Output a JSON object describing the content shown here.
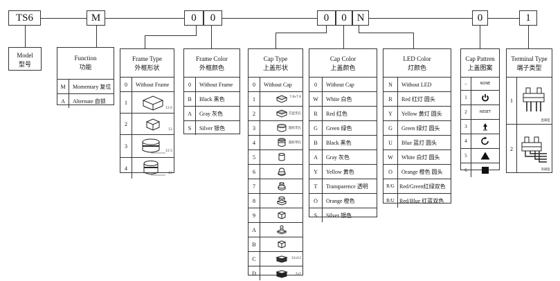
{
  "codes": {
    "series": "TS6",
    "function": "M",
    "frame_type": "0",
    "frame_color": "0",
    "cap_type": "0",
    "cap_color": "0",
    "led_color": "N",
    "cap_pattern": "0",
    "terminal_type": "1"
  },
  "model": {
    "title": "Model",
    "title_cn": "型号"
  },
  "function": {
    "title": "Function",
    "title_cn": "功能",
    "rows": [
      {
        "code": "M",
        "label": "Momentary 复位"
      },
      {
        "code": "A",
        "label": "Alternate  自锁"
      }
    ]
  },
  "frame_type": {
    "title": "Frame Type",
    "title_cn": "外框形状",
    "rows": [
      {
        "code": "0",
        "label": "Without Frame"
      },
      {
        "code": "1",
        "icon": "frame-square-icon",
        "note": "12.6"
      },
      {
        "code": "2",
        "icon": "frame-square-small-icon",
        "note": "12"
      },
      {
        "code": "3",
        "icon": "frame-round-icon",
        "note": "12.5"
      },
      {
        "code": "4",
        "icon": "frame-round-tall-icon",
        "note": "10"
      }
    ]
  },
  "frame_color": {
    "title": "Frame Color",
    "title_cn": "外框颜色",
    "rows": [
      {
        "code": "0",
        "label": "Without Frame"
      },
      {
        "code": "B",
        "label": "Black 黑色"
      },
      {
        "code": "A",
        "label": "Gray 灰色"
      },
      {
        "code": "S",
        "label": "Silver 银色"
      }
    ]
  },
  "cap_type": {
    "title": "Cap Type",
    "title_cn": "上盖形状",
    "rows": [
      {
        "code": "0",
        "label": "Without Cap"
      },
      {
        "code": "1",
        "icon": "cap-square-flat-icon",
        "note": "7.8x7.8"
      },
      {
        "code": "2",
        "icon": "cap-square-icon",
        "note": "方型无孔"
      },
      {
        "code": "3",
        "icon": "cap-round-icon",
        "note": "圆形无孔"
      },
      {
        "code": "4",
        "icon": "cap-round-tall-icon",
        "note": "圆形带孔"
      },
      {
        "code": "5",
        "icon": "cap-cylinder-icon"
      },
      {
        "code": "6",
        "icon": "cap-dome-icon"
      },
      {
        "code": "7",
        "icon": "cap-stepped-icon"
      },
      {
        "code": "8",
        "icon": "cap-stepped-square-icon"
      },
      {
        "code": "9",
        "icon": "cap-hex-icon"
      },
      {
        "code": "A",
        "icon": "cap-knob-icon"
      },
      {
        "code": "B",
        "icon": "cap-square-tall-icon"
      },
      {
        "code": "C",
        "icon": "cap-rect-icon",
        "note": "12x12"
      },
      {
        "code": "D",
        "icon": "cap-rect-dark-icon",
        "note": "7x7"
      }
    ]
  },
  "cap_color": {
    "title": "Cap Color",
    "title_cn": "上盖颜色",
    "rows": [
      {
        "code": "0",
        "label": "Without Cap"
      },
      {
        "code": "W",
        "label": "White 白色"
      },
      {
        "code": "R",
        "label": "Red  红色"
      },
      {
        "code": "G",
        "label": "Green 绿色"
      },
      {
        "code": "B",
        "label": "Black 黑色"
      },
      {
        "code": "A",
        "label": "Gray  灰色"
      },
      {
        "code": "Y",
        "label": "Yellow  黄色"
      },
      {
        "code": "T",
        "label": "Transparence 透明"
      },
      {
        "code": "O",
        "label": "Orange 橙色"
      },
      {
        "code": "S",
        "label": "Silver  银色"
      }
    ]
  },
  "led_color": {
    "title": "LED Color",
    "title_cn": "灯颜色",
    "rows": [
      {
        "code": "N",
        "label": "Without LED"
      },
      {
        "code": "R",
        "label": "Red  红灯    圆头"
      },
      {
        "code": "Y",
        "label": "Yellow 黄灯  圆头"
      },
      {
        "code": "G",
        "label": "Green 绿灯    圆头"
      },
      {
        "code": "U",
        "label": "Blue  蓝灯    圆头"
      },
      {
        "code": "W",
        "label": "White 白灯    圆头"
      },
      {
        "code": "O",
        "label": "Orange 橙色  圆头"
      },
      {
        "code": "R/G",
        "label": "Red/Green红绿双色"
      },
      {
        "code": "R/U",
        "label": "Red/Blue 红蓝双色"
      }
    ]
  },
  "cap_pattern": {
    "title": "Cap Pattren",
    "title_cn": "上盖图案",
    "rows": [
      {
        "code": "–",
        "label": "NONE"
      },
      {
        "code": "1",
        "icon": "power-icon"
      },
      {
        "code": "2",
        "label": "RESET"
      },
      {
        "code": "3",
        "icon": "lamp-icon"
      },
      {
        "code": "4",
        "icon": "refresh-icon"
      },
      {
        "code": "5",
        "icon": "triangle-icon"
      },
      {
        "code": "6",
        "icon": "square-icon"
      }
    ]
  },
  "terminal_type": {
    "title": "Terminal Type",
    "title_cn": "端子类型",
    "rows": [
      {
        "code": "1",
        "icon": "terminal-straight-icon",
        "note": "直脚型"
      },
      {
        "code": "2",
        "icon": "terminal-bent-icon",
        "note": "弯脚型"
      }
    ]
  }
}
